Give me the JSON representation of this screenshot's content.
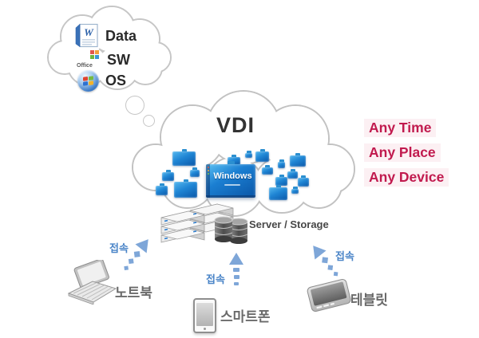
{
  "diagram": {
    "thought_cloud": {
      "items": [
        {
          "icon": "word-icon",
          "label": "Data"
        },
        {
          "icon": "office-icon",
          "label": "SW"
        },
        {
          "icon": "windows-icon",
          "label": "OS"
        }
      ],
      "office_icon_text": "Office",
      "word_icon_letter": "W"
    },
    "main_cloud": {
      "title": "VDI",
      "central_screen": {
        "label": "Windows"
      },
      "screens": [
        [
          216,
          190,
          29,
          18
        ],
        [
          203,
          216,
          15,
          11
        ],
        [
          195,
          233,
          15,
          12
        ],
        [
          218,
          228,
          29,
          20
        ],
        [
          238,
          213,
          12,
          9
        ],
        [
          285,
          197,
          16,
          10
        ],
        [
          307,
          192,
          9,
          6
        ],
        [
          320,
          190,
          17,
          13
        ],
        [
          328,
          210,
          14,
          9
        ],
        [
          348,
          203,
          9,
          8
        ],
        [
          345,
          222,
          15,
          11
        ],
        [
          363,
          195,
          20,
          14
        ],
        [
          360,
          215,
          13,
          9
        ],
        [
          373,
          223,
          14,
          11
        ],
        [
          337,
          235,
          23,
          16
        ],
        [
          365,
          237,
          9,
          6
        ]
      ]
    },
    "server": {
      "label": "Server / Storage"
    },
    "devices": [
      {
        "id": "laptop",
        "label": "노트북",
        "connect_label": "접속"
      },
      {
        "id": "smartphone",
        "label": "스마트폰",
        "connect_label": "접속"
      },
      {
        "id": "tablet",
        "label": "테블릿",
        "connect_label": "접속"
      }
    ],
    "callouts": [
      "Any Time",
      "Any Place",
      "Any Device"
    ],
    "colors": {
      "accent_red": "#c11a4e",
      "callout_bg": "#fcf0f3",
      "arrow_blue": "#7ea6d8",
      "connect_text_blue": "#4b85c8",
      "screen_blue_top": "#54b7ee",
      "screen_blue_bottom": "#0a57a8",
      "cloud_border": "#c6c6c6",
      "label_gray": "#6a6a6a"
    }
  }
}
